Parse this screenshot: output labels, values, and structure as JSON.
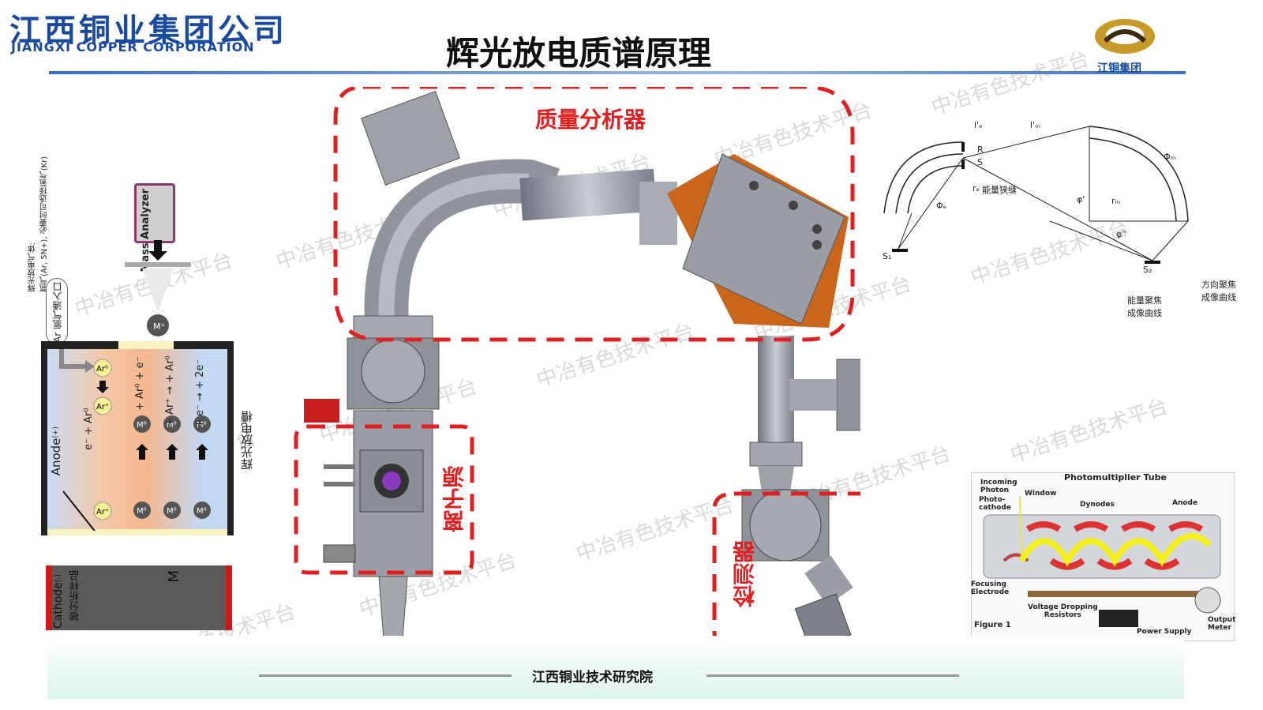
{
  "header": {
    "company_cn": "江西铜业集团公司",
    "company_en": "JIANGXI COPPER CORPORATION",
    "title": "辉光放电质谱原理",
    "brand_short": "江铜集团"
  },
  "footer": {
    "institute": "江西铜业技术研究院"
  },
  "watermark": "中冶有色技术平台",
  "glow_cell": {
    "mass_analyzer_line1": "Mass",
    "mass_analyzer_line2": "Analyzer",
    "gas_note": "辉光放电气体:\n氩气(Ar, 5N+), 必要时可选择氪气(Kr)",
    "gas_inlet": "Ar 氩气通入口",
    "anode": "Anode",
    "anode_sup": "(+)",
    "cathode": "Cathode",
    "cathode_sup": "(-)",
    "sample": "被分析样品",
    "cell_label": "辉光放电槽",
    "m_label": "M",
    "eq_top": "e⁻ + Ar⁰",
    "eq1": "+ Ar⁰ + e⁻",
    "eq2": "+ Ar⁺ → + Ar⁰",
    "eq3": "+ e⁻ → + 2e⁻",
    "ion_ar0": "Ar⁰",
    "ion_arplus": "Ar⁺",
    "ion_m0": "M⁰",
    "ion_mplus": "M⁺"
  },
  "instrument": {
    "mass_analyzer": "质量分析器",
    "ion_source": "离子源",
    "detector": "检测器"
  },
  "optics": {
    "energy_slit": "能量狭缝",
    "direction_focus": "方向聚焦\n成像曲线",
    "energy_focus": "能量聚焦\n成像曲线",
    "s1": "S₁",
    "s2": "S₂",
    "r": "R",
    "s": "S",
    "le": "l'ₑ",
    "lm": "l'ₘ",
    "re": "rₑ",
    "rm": "rₘ",
    "phi_e": "Φₑ",
    "phi_m": "Φₘ",
    "psi": "φ'",
    "psi2": "φ''"
  },
  "pmt": {
    "title": "Photomultiplier Tube",
    "incoming": "Incoming\nPhoton",
    "window": "Window",
    "photocathode": "Photo-\ncathode",
    "dynodes": "Dynodes",
    "anode": "Anode",
    "focusing": "Focusing\nElectrode",
    "voltage": "Voltage Dropping\nResistors",
    "figure": "Figure 1",
    "power": "Power Supply",
    "output": "Output\nMeter"
  }
}
